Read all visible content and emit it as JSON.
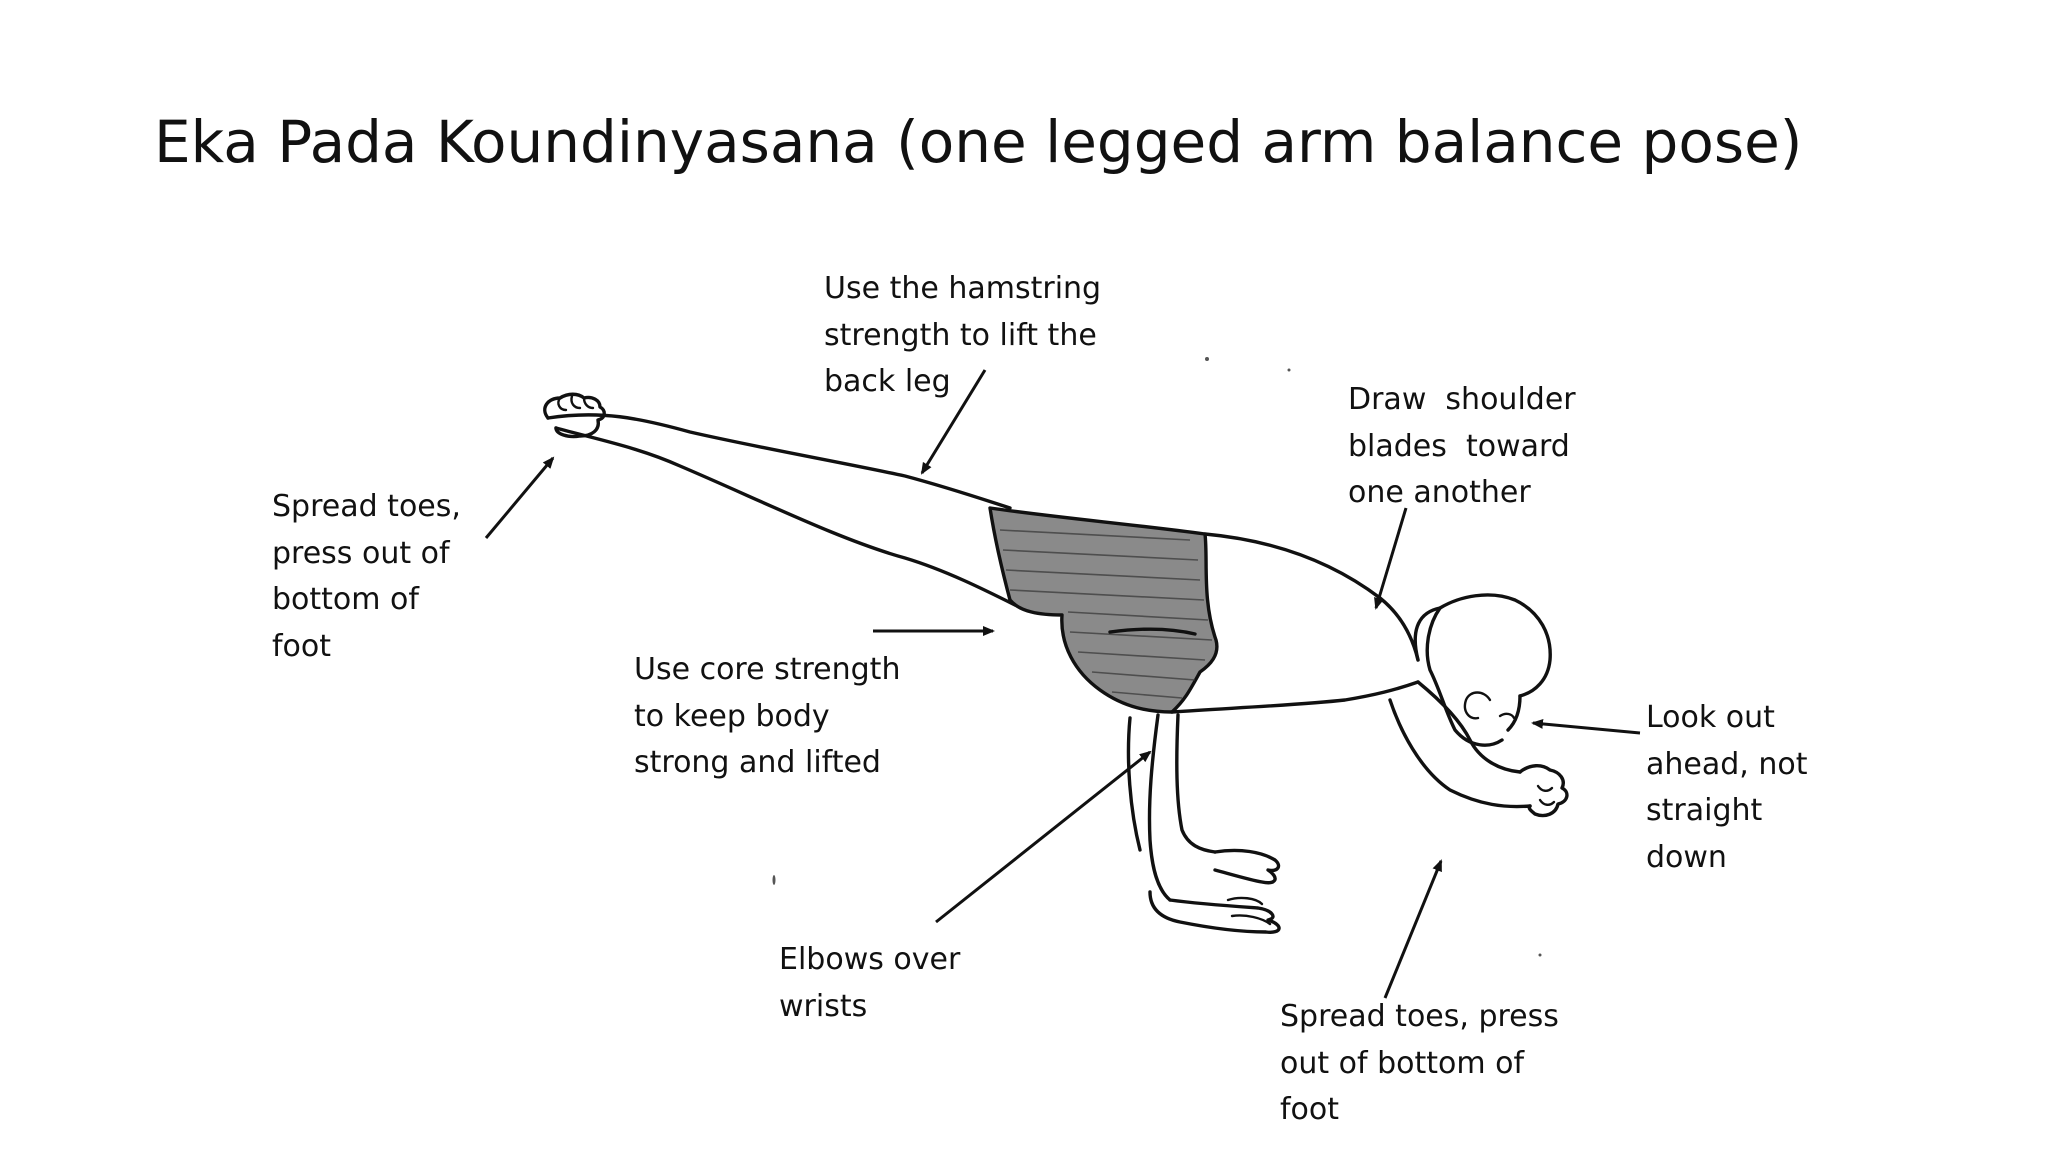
{
  "title": "Eka Pada Koundinyasana (one legged arm balance pose)",
  "annotations": {
    "hamstring": [
      "Use the hamstring",
      "strength to lift the",
      "back leg"
    ],
    "shoulder_blades": [
      "Draw  shoulder",
      "blades  toward",
      "one another"
    ],
    "toes_back_foot": [
      "Spread toes,",
      "press out of",
      "bottom of",
      "foot"
    ],
    "core": [
      "Use core strength",
      "to keep body",
      "strong and lifted"
    ],
    "gaze": [
      "Look out",
      "ahead, not",
      "straight",
      "down"
    ],
    "elbows": [
      "Elbows over",
      "wrists"
    ],
    "toes_front_foot": [
      "Spread toes, press",
      "out of bottom of",
      "foot"
    ]
  },
  "colors": {
    "ink": "#111111",
    "shorts_shading": "#8a8a8a",
    "background": "#ffffff"
  }
}
